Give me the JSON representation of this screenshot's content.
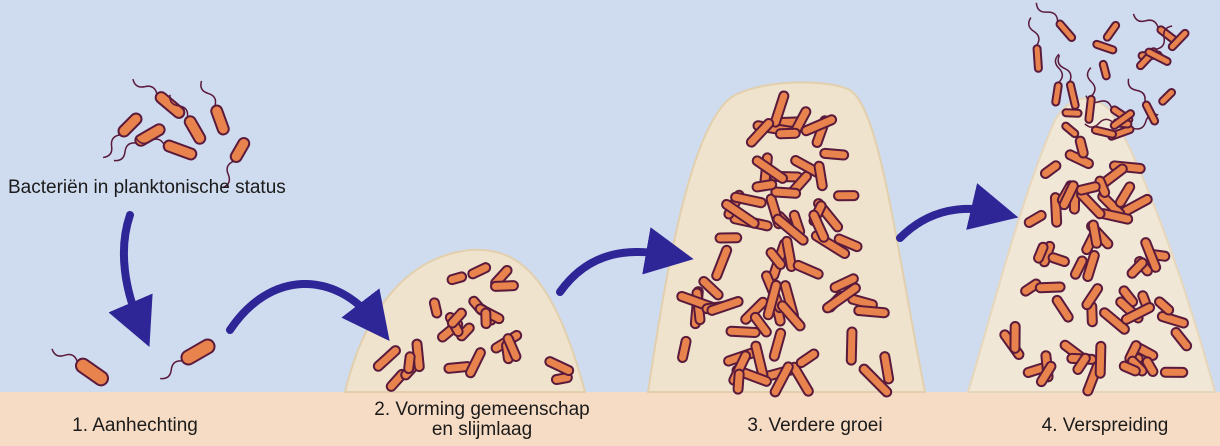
{
  "labels": {
    "planktonic": "Bacteriën in planktonische status",
    "stage1": "1. Aanhechting",
    "stage2_line1": "2. Vorming gemeenschap",
    "stage2_line2": "en slijmlaag",
    "stage3": "3. Verdere groei",
    "stage4": "4. Verspreiding"
  },
  "colors": {
    "background": "#cfdcef",
    "substrate": "#f6dcc4",
    "biofilm_matrix": "#efe3cd",
    "bacterium_fill": "#e8834e",
    "bacterium_outline": "#5a1a3c",
    "arrow": "#2e2597"
  }
}
